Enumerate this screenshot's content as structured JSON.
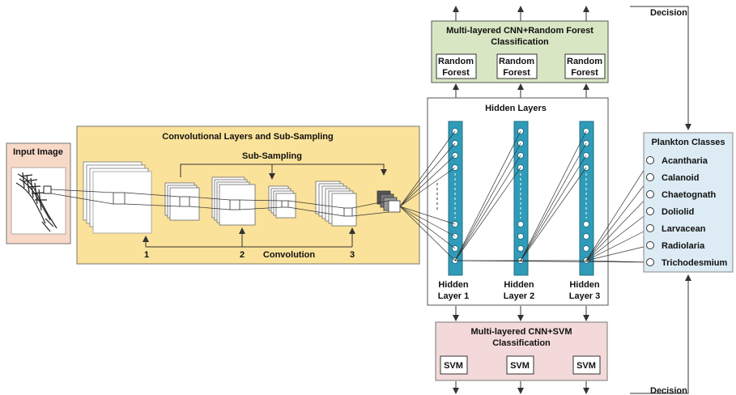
{
  "input_image": {
    "title": "Input Image"
  },
  "conv": {
    "title": "Convolutional Layers and Sub-Sampling",
    "subsampling_label": "Sub-Sampling",
    "convolution_label": "Convolution",
    "step_labels": [
      "1",
      "2",
      "3"
    ]
  },
  "hidden": {
    "title": "Hidden Layers",
    "layers": [
      {
        "line1": "Hidden",
        "line2": "Layer 1"
      },
      {
        "line1": "Hidden",
        "line2": "Layer 2"
      },
      {
        "line1": "Hidden",
        "line2": "Layer 3"
      }
    ]
  },
  "random_forest": {
    "title_line1": "Multi-layered CNN+Random Forest",
    "title_line2": "Classification",
    "boxes": [
      {
        "line1": "Random",
        "line2": "Forest"
      },
      {
        "line1": "Random",
        "line2": "Forest"
      },
      {
        "line1": "Random",
        "line2": "Forest"
      }
    ]
  },
  "svm": {
    "title_line1": "Multi-layered CNN+SVM",
    "title_line2": "Classification",
    "boxes": [
      "SVM",
      "SVM",
      "SVM"
    ]
  },
  "plankton": {
    "title": "Plankton Classes",
    "classes": [
      "Acantharia",
      "Calanoid",
      "Chaetognath",
      "Doliolid",
      "Larvacean",
      "Radiolaria",
      "Trichodesmium"
    ]
  },
  "decision_top": "Decision",
  "decision_bottom": "Decision",
  "colors": {
    "input_fill": "#f8d9c8",
    "conv_fill": "#fbe29a",
    "rf_fill": "#d8e6c4",
    "svm_fill": "#f3d9d9",
    "plankton_fill": "#dcebf4",
    "neuron_bar": "#2f9bb8"
  }
}
